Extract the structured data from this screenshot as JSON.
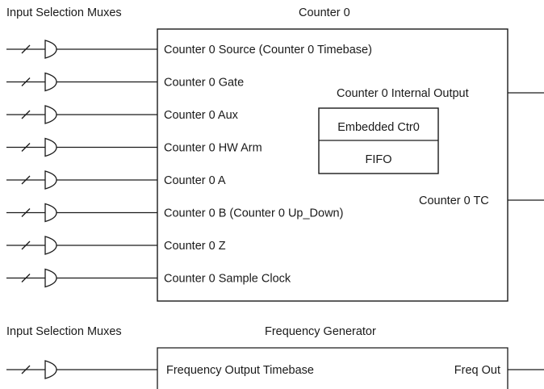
{
  "counter_section": {
    "mux_heading": "Input Selection Muxes",
    "title": "Counter 0",
    "inputs": [
      "Counter 0 Source (Counter 0 Timebase)",
      "Counter 0 Gate",
      "Counter 0 Aux",
      "Counter 0 HW Arm",
      "Counter 0 A",
      "Counter 0 B (Counter 0 Up_Down)",
      "Counter 0 Z",
      "Counter 0 Sample Clock"
    ],
    "outputs": {
      "internal_output": "Counter 0 Internal Output",
      "tc": "Counter 0 TC"
    },
    "embedded": {
      "label": "Embedded Ctr0",
      "fifo": "FIFO"
    }
  },
  "frequency_section": {
    "mux_heading": "Input Selection Muxes",
    "title": "Frequency Generator",
    "input": "Frequency Output Timebase",
    "output": "Freq Out"
  }
}
